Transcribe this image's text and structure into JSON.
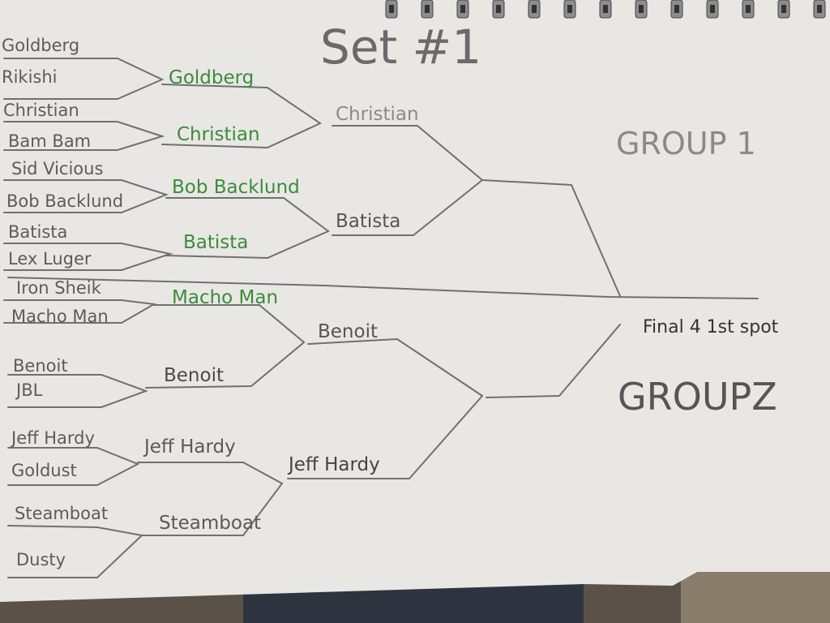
{
  "title": "Set #1",
  "group1_label": "GROUP 1",
  "group2_label": "GROUPZ",
  "final_label": "Final 4 1st spot",
  "round1": [
    "Goldberg",
    "Rikishi",
    "Christian",
    "Bam Bam",
    "Sid Vicious",
    "Bob Backlund",
    "Batista",
    "Lex Luger",
    "Iron Sheik",
    "Macho Man",
    "Benoit",
    "JBL",
    "Jeff Hardy",
    "Goldust",
    "Steamboat",
    "Dusty"
  ],
  "round2": [
    "Goldberg",
    "Christian",
    "Bob Backlund",
    "Batista",
    "Macho Man",
    "Benoit",
    "Jeff Hardy",
    "Steamboat"
  ],
  "round3": [
    "Christian",
    "Batista",
    "Benoit",
    "Jeff Hardy"
  ],
  "colors": {
    "paper": "#e6e5e2",
    "pencil": "#6f6f6f",
    "green_ink": "#3c8b3c",
    "table": "#5a5148",
    "shadow": "#2d3440"
  }
}
